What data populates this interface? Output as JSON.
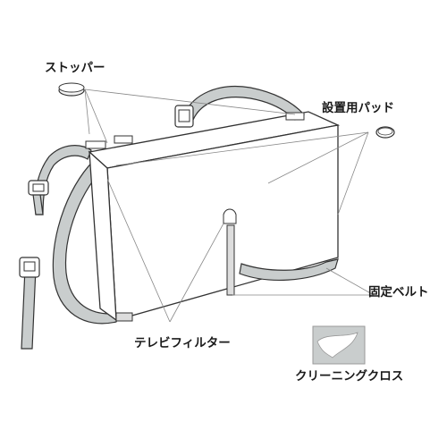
{
  "labels": {
    "stopper": "ストッパー",
    "pad": "設置用パッド",
    "belt": "固定ベルト",
    "filter": "テレビフィルター",
    "cloth": "クリーニングクロス"
  },
  "colors": {
    "line": "#333333",
    "strap": "#c9cdcd",
    "panel": "#ffffff",
    "cloth": "#c9cdcd",
    "leader": "#888888"
  }
}
